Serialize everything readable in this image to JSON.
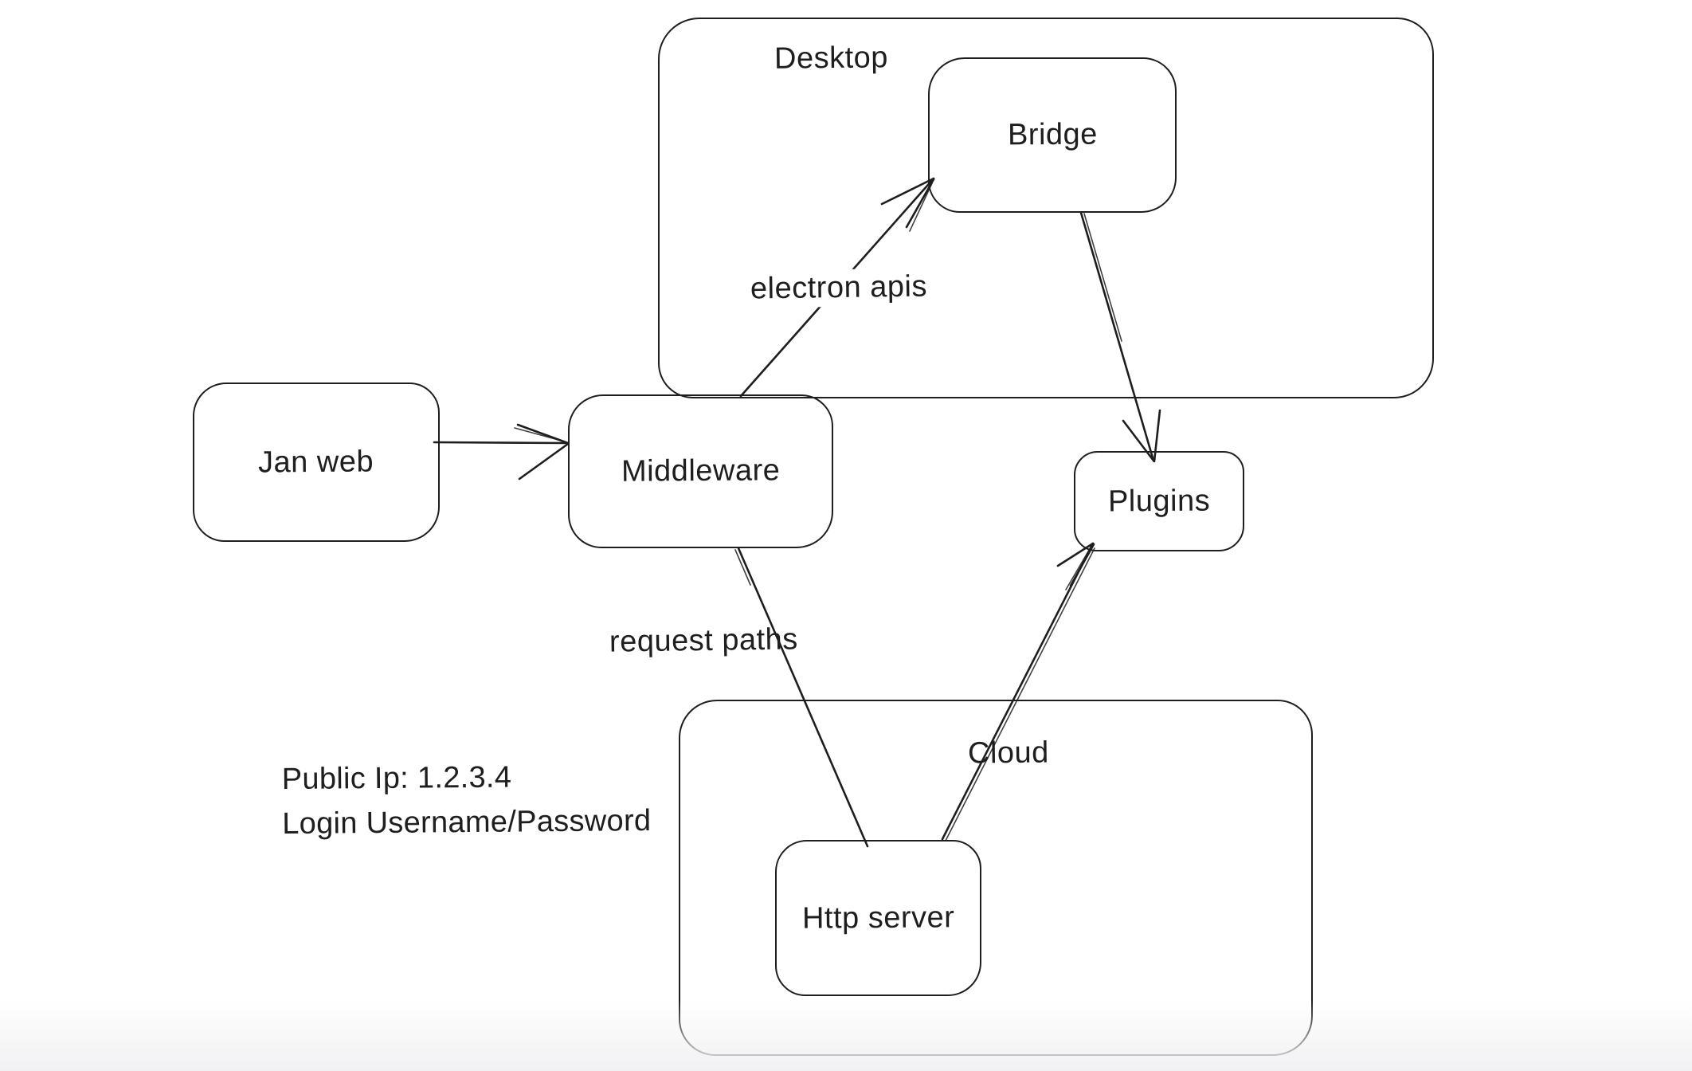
{
  "diagram": {
    "colors": {
      "stroke": "#1e1e1e",
      "background": "#ffffff"
    },
    "containers": {
      "desktop": {
        "label": "Desktop"
      },
      "cloud": {
        "label": "Cloud"
      }
    },
    "nodes": {
      "jan_web": {
        "label": "Jan web"
      },
      "middleware": {
        "label": "Middleware"
      },
      "bridge": {
        "label": "Bridge"
      },
      "plugins": {
        "label": "Plugins"
      },
      "http_server": {
        "label": "Http server"
      }
    },
    "edges": [
      {
        "from": "Jan web",
        "to": "Middleware",
        "label": "",
        "arrowhead": "open"
      },
      {
        "from": "Middleware",
        "to": "Bridge",
        "label": "electron apis",
        "arrowhead": "open"
      },
      {
        "from": "Bridge",
        "to": "Plugins",
        "label": "",
        "arrowhead": "open"
      },
      {
        "from": "Middleware",
        "to": "Http server",
        "label": "request paths",
        "arrowhead": "none"
      },
      {
        "from": "Http server",
        "to": "Plugins",
        "label": "",
        "arrowhead": "open"
      }
    ],
    "annotations": [
      "Public Ip: 1.2.3.4",
      "Login Username/Password"
    ]
  }
}
